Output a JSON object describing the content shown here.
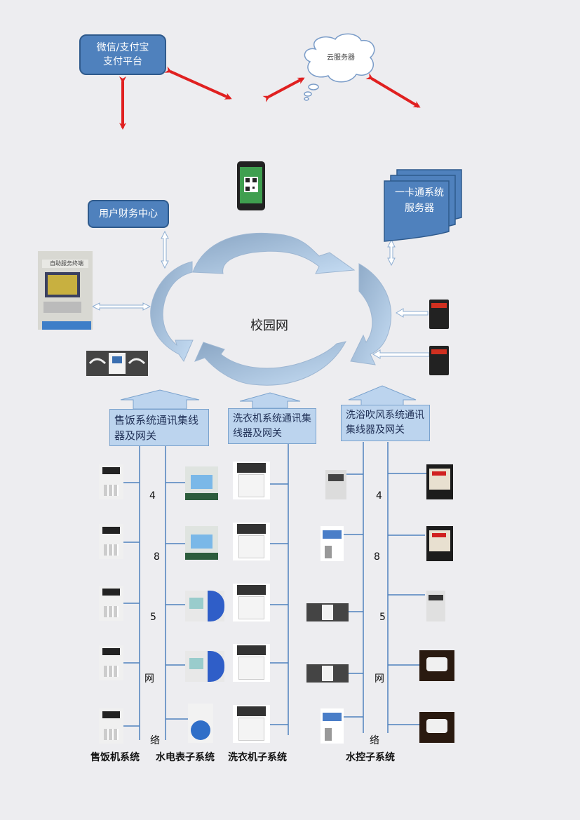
{
  "nodes": {
    "pay_platform": "微信/支付宝\n支付平台",
    "cloud_service": "云服务器",
    "finance_center": "用户财务中心",
    "card_server": "一卡通系统\n服务器",
    "campus_net": "校园网",
    "kiosk_label": "自助服务终端"
  },
  "gateways": {
    "dining": "售饭系统通讯集线器及网关",
    "laundry": "洗衣机系统通讯集线器及网关",
    "bath": "洗浴吹风系统通讯集线器及网关"
  },
  "bus_labels": {
    "left": [
      "4",
      "8",
      "5",
      "网",
      "络"
    ],
    "right": [
      "4",
      "8",
      "5",
      "网",
      "络"
    ]
  },
  "subsystems": [
    "售饭机系统",
    "水电表子系统",
    "洗衣机子系统",
    "水控子系统"
  ],
  "colors": {
    "box_fill": "#4f81bd",
    "arrow_red": "#e02020",
    "gateway_fill": "#bcd4ee",
    "cloud_arrow": "#7f9dbd"
  },
  "icons": [
    "wechat-alipay-box",
    "cloud-icon",
    "phone-qr-icon",
    "server-stack-icon",
    "kiosk-icon",
    "card-reader-icon",
    "pos-terminal-icon",
    "electric-meter-icon",
    "water-meter-icon",
    "washing-machine-icon",
    "water-controller-icon",
    "dryer-icon"
  ]
}
